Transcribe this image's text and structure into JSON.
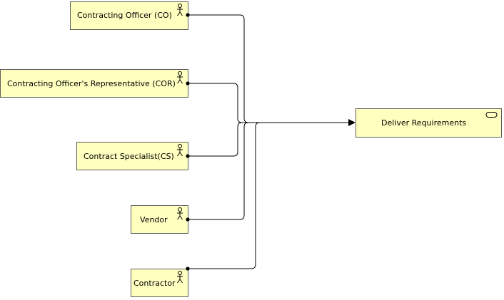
{
  "diagram": {
    "type": "archimate-business-view",
    "colors": {
      "node_fill": "#ffffc0",
      "node_stroke": "#5c5c5c",
      "edge_stroke": "#000000",
      "background": "#ffffff"
    },
    "actors": [
      {
        "id": "co",
        "label": "Contracting Officer (CO)",
        "icon": "business-actor-icon"
      },
      {
        "id": "cor",
        "label": "Contracting Officer's Representative (COR)",
        "icon": "business-actor-icon"
      },
      {
        "id": "cs",
        "label": "Contract Specialist(CS)",
        "icon": "business-actor-icon"
      },
      {
        "id": "vendor",
        "label": "Vendor",
        "icon": "business-actor-icon"
      },
      {
        "id": "contractor",
        "label": "Contractor",
        "icon": "business-actor-icon"
      }
    ],
    "service": {
      "id": "deliver",
      "label": "Deliver Requirements",
      "icon": "business-service-icon"
    },
    "edges": [
      {
        "from": "co",
        "to": "deliver"
      },
      {
        "from": "cor",
        "to": "deliver"
      },
      {
        "from": "cs",
        "to": "deliver"
      },
      {
        "from": "vendor",
        "to": "deliver"
      },
      {
        "from": "contractor",
        "to": "deliver"
      }
    ]
  }
}
